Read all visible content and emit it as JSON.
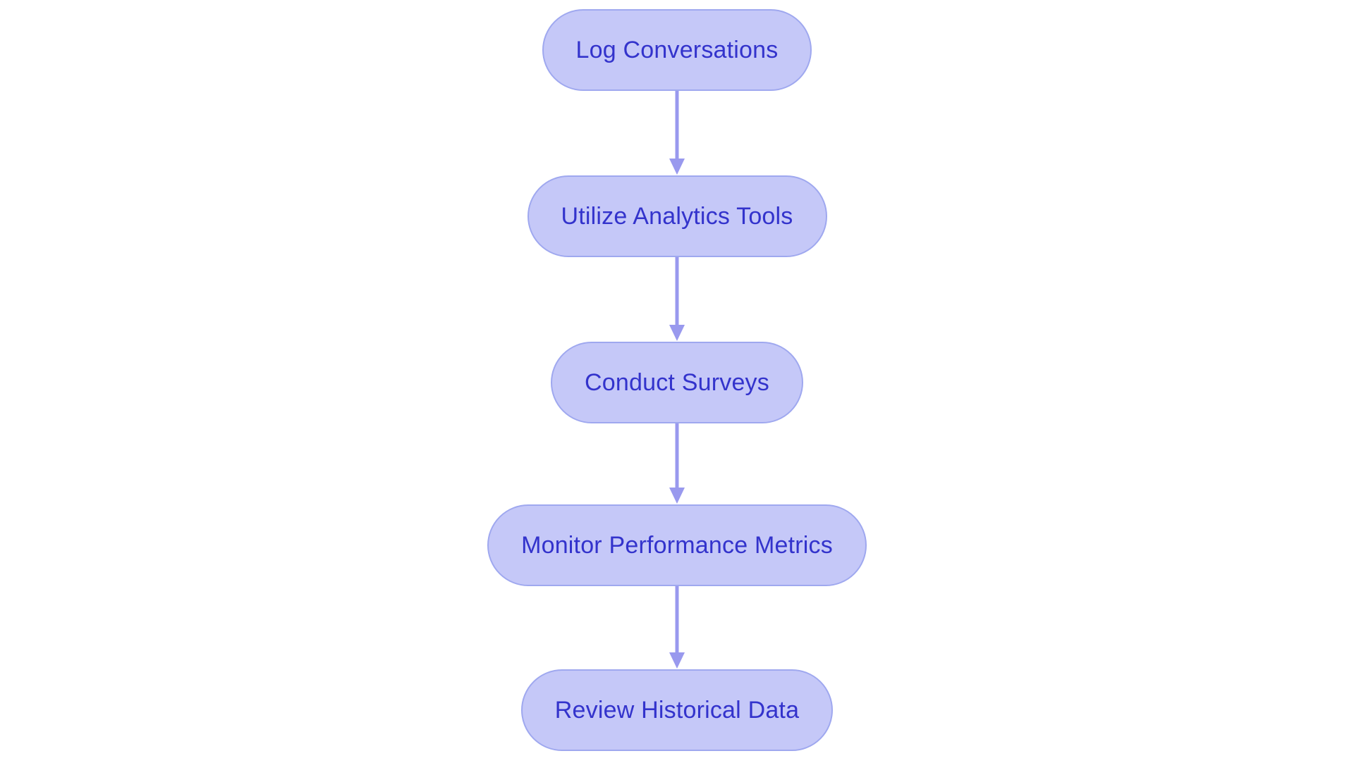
{
  "diagram": {
    "type": "flowchart",
    "orientation": "vertical-top-to-bottom",
    "background_color": "#ffffff",
    "node_fill_color": "#c5c8f8",
    "node_border_color": "#9fa8ef",
    "node_text_color": "#3333cc",
    "connector_color": "#9999ee",
    "nodes": [
      {
        "id": "node-1",
        "label": "Log Conversations"
      },
      {
        "id": "node-2",
        "label": "Utilize Analytics Tools"
      },
      {
        "id": "node-3",
        "label": "Conduct Surveys"
      },
      {
        "id": "node-4",
        "label": "Monitor Performance Metrics"
      },
      {
        "id": "node-5",
        "label": "Review Historical Data"
      }
    ],
    "connectors": [
      {
        "id": "connector-1",
        "from": "node-1",
        "to": "node-2",
        "shape": "arrow-down"
      },
      {
        "id": "connector-2",
        "from": "node-2",
        "to": "node-3",
        "shape": "arrow-down"
      },
      {
        "id": "connector-3",
        "from": "node-3",
        "to": "node-4",
        "shape": "arrow-down"
      },
      {
        "id": "connector-4",
        "from": "node-4",
        "to": "node-5",
        "shape": "arrow-down"
      }
    ]
  }
}
